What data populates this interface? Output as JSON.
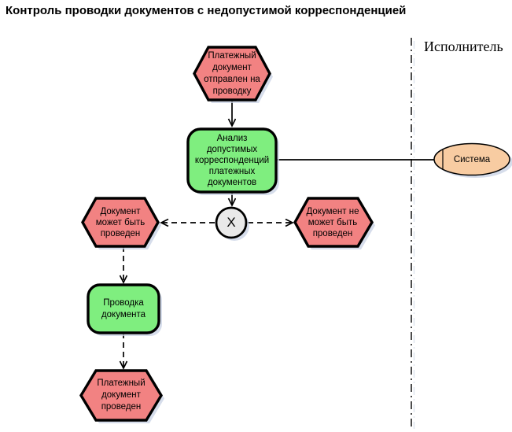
{
  "title": "Контроль проводки документов с недопустимой корреспонденцией",
  "lane": {
    "label": "Исполнитель"
  },
  "colors": {
    "event_fill": "#F28282",
    "function_fill": "#7FEE7F",
    "xor_fill": "#E9E9E9",
    "org_unit_fill": "#F8CCA2",
    "stroke": "#000000",
    "shadow": "#C8D2E4"
  },
  "nodes": {
    "event_start": {
      "type": "event",
      "label": "Платежный\nдокумент\nотправлен на\nпроводку"
    },
    "function_analysis": {
      "type": "function",
      "label": "Анализ\nдопустимых\nкорреспонденций\nплатежных\nдокументов"
    },
    "xor": {
      "type": "xor_connector",
      "label": "X"
    },
    "event_can_post": {
      "type": "event",
      "label": "Документ\nможет быть\nпроведен"
    },
    "event_cannot_post": {
      "type": "event",
      "label": "Документ не\nможет быть\nпроведен"
    },
    "function_posting": {
      "type": "function",
      "label": "Проводка\nдокумента"
    },
    "event_posted": {
      "type": "event",
      "label": "Платежный\nдокумент\nпроведен"
    },
    "org_system": {
      "type": "organizational_unit",
      "label": "Система"
    }
  },
  "edges": [
    {
      "from": "event_start",
      "to": "function_analysis",
      "style": "solid-arrow"
    },
    {
      "from": "function_analysis",
      "to": "xor",
      "style": "solid-arrow"
    },
    {
      "from": "xor",
      "to": "event_can_post",
      "style": "dashed-arrow"
    },
    {
      "from": "xor",
      "to": "event_cannot_post",
      "style": "dashed-arrow"
    },
    {
      "from": "event_can_post",
      "to": "function_posting",
      "style": "dashed-arrow"
    },
    {
      "from": "function_posting",
      "to": "event_posted",
      "style": "dashed-arrow"
    },
    {
      "from": "function_analysis",
      "to": "org_system",
      "style": "solid-line"
    }
  ]
}
